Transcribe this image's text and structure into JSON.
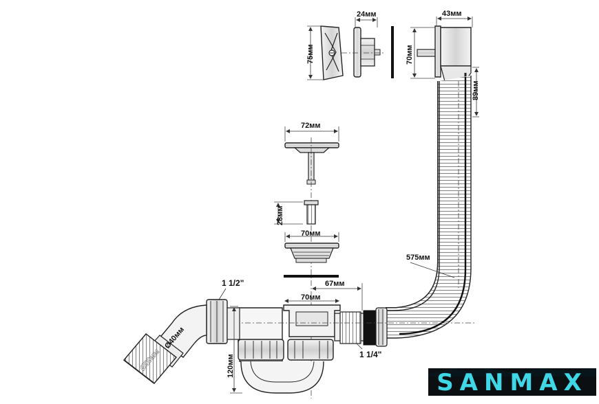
{
  "diagram": {
    "labels": {
      "d43": "43мм",
      "d24": "24мм",
      "d75": "75мм",
      "d70v": "70мм",
      "d89": "89мм",
      "d72": "72мм",
      "d28": "28мм",
      "d70h": "70мм",
      "d575": "575мм",
      "d67": "67мм",
      "d70b": "70мм",
      "thread112": "1 1/2\"",
      "thread114": "1 1/4\"",
      "d120": "120мм",
      "dia40": "Ø40мм",
      "dia50": "Ø50мм"
    },
    "logo": {
      "text": "SANMAX",
      "color": "#3fd6e6"
    }
  }
}
